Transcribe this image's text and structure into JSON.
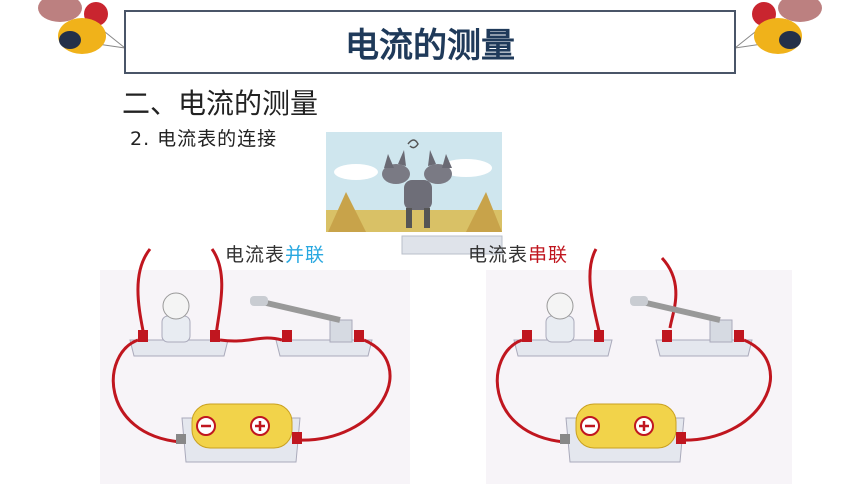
{
  "slide": {
    "title": "电流的测量",
    "heading": "二、电流的测量",
    "subheading": "2. 电流表的连接",
    "left_caption_prefix": "电流表",
    "left_caption_highlight": "并联",
    "right_caption_prefix": "电流表",
    "right_caption_highlight": "串联"
  },
  "colors": {
    "title_text": "#1f3a5a",
    "parallel_highlight": "#29a8e0",
    "series_highlight": "#c0161f",
    "wire": "#c0161f",
    "battery_fill": "#f2d34a"
  },
  "icons": [
    "balloon-decoration-icon",
    "donkey-illustration-icon",
    "bulb-icon",
    "switch-icon",
    "battery-icon",
    "minus-icon",
    "plus-icon"
  ]
}
